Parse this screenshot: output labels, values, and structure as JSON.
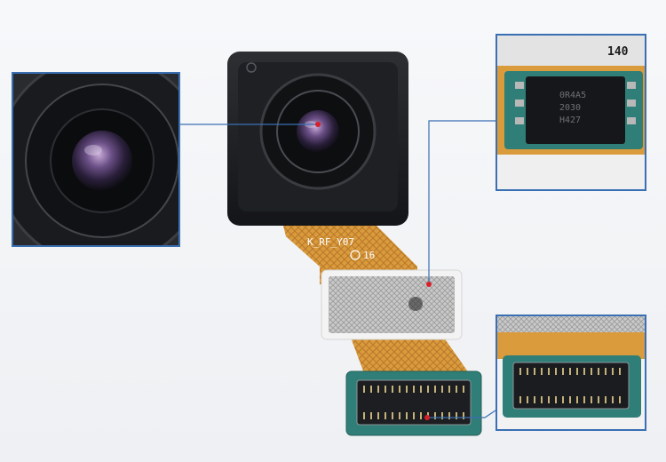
{
  "photo": {
    "module_marking_line1": "K_RF_Y07",
    "module_marking_line2": "16",
    "chip_number": "140",
    "chip_code_line1": "0R4A5",
    "chip_code_line2": "2030",
    "chip_code_line3": "H427"
  },
  "colors": {
    "callout_line": "#3a6fb3",
    "callout_dot": "#d8202a",
    "flex_cable": "#d79a3a",
    "pcb_green": "#2f7f78",
    "module_black": "#1c1d20"
  },
  "callouts": [
    {
      "name": "lens-callout",
      "target": "camera-lens"
    },
    {
      "name": "chip-callout",
      "target": "shield-can"
    },
    {
      "name": "connector-callout",
      "target": "board-connector"
    }
  ]
}
